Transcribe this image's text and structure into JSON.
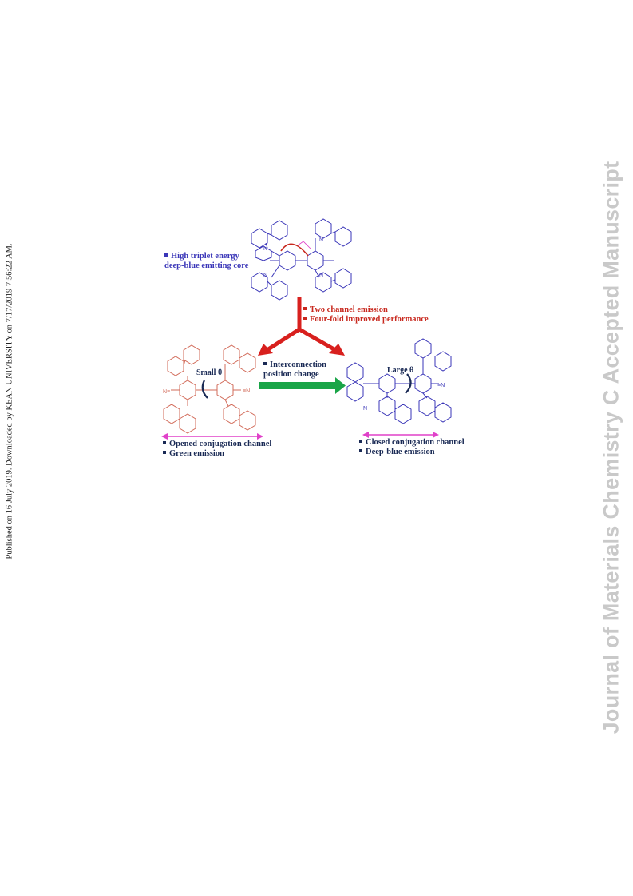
{
  "margin_left": "Published on 16 July 2019. Downloaded by KEAN UNIVERSITY on 7/17/2019 7:56:22 AM.",
  "margin_right": "Journal of Materials Chemistry C Accepted Manuscript",
  "figure": {
    "core": {
      "line1": "High triplet energy",
      "line2": "deep-blue emitting core"
    },
    "mid": {
      "item1": "Two channel emission",
      "item2": "Four-fold improved performance"
    },
    "arrow_label": {
      "line1": "Interconnection",
      "line2": "position change"
    },
    "left_mol": {
      "angle": "Small θ",
      "item1": "Opened conjugation channel",
      "item2": "Green emission"
    },
    "right_mol": {
      "angle": "Large θ",
      "item1": "Closed conjugation channel",
      "item2": "Deep-blue emission"
    },
    "cn": "N",
    "colors": {
      "blue": "#3a36b8",
      "red": "#c8281e",
      "salmon": "#d26b5a",
      "navy": "#1a2a55",
      "green": "#1aa548",
      "magenta": "#e041c9",
      "margin_gray": "#c9c9c9"
    }
  }
}
